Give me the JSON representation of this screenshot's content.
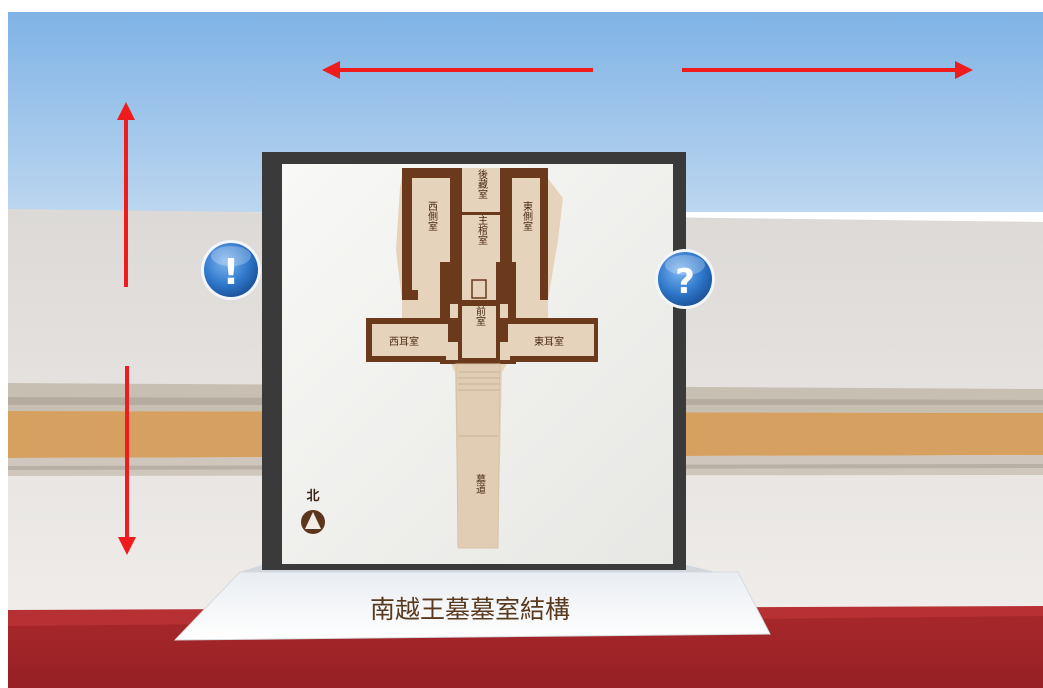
{
  "signboard": {
    "title": "南越王墓墓室結構"
  },
  "floor_plan": {
    "rooms": {
      "rear_storage": "後藏室",
      "main_coffin": "主棺室",
      "west_side": "西側室",
      "east_side": "東側室",
      "front": "前室",
      "west_ear": "西耳室",
      "east_ear": "東耳室",
      "passage": "墓道"
    },
    "north_label": "北"
  },
  "hotspots": {
    "info": "!",
    "help": "?"
  },
  "colors": {
    "sky_top": "#7fb3e6",
    "wall": "#e6e2de",
    "wall_stripe": "#d49e5e",
    "floor": "#a3262a",
    "frame": "#3a3a3a",
    "plan_brown": "#6b3a1c",
    "plan_tan": "#e8d5be",
    "arrow": "#ee1c1c",
    "hotspot_blue": "#2a72c8"
  }
}
